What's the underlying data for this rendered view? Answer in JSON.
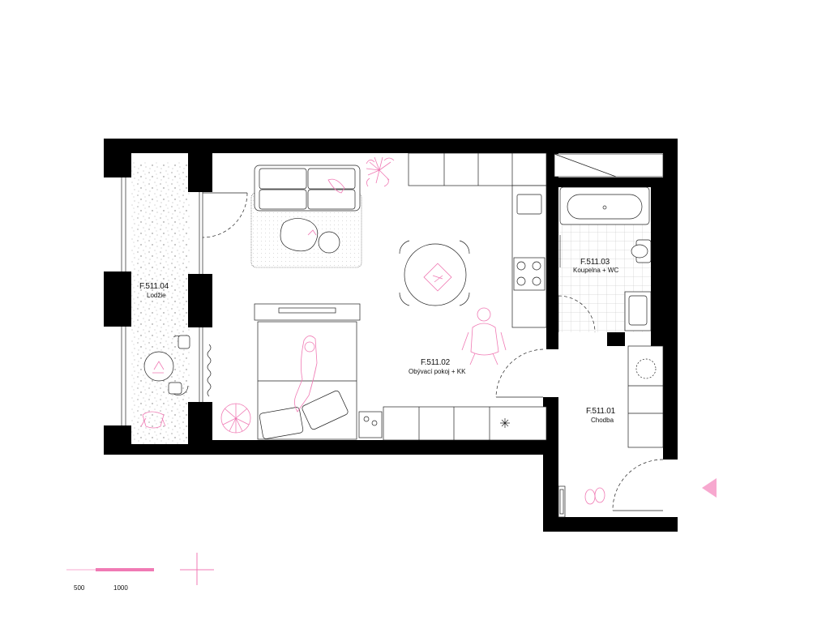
{
  "rooms": [
    {
      "id": "F.511.04",
      "name": "Lodžie"
    },
    {
      "id": "F.511.02",
      "name": "Obývací pokoj + KK"
    },
    {
      "id": "F.511.03",
      "name": "Koupelna + WC"
    },
    {
      "id": "F.511.01",
      "name": "Chodba"
    }
  ],
  "scale": {
    "label_a": "500",
    "label_b": "1000"
  },
  "colors": {
    "wall": "#000000",
    "accent": "#f07ab4",
    "line": "#222222"
  }
}
